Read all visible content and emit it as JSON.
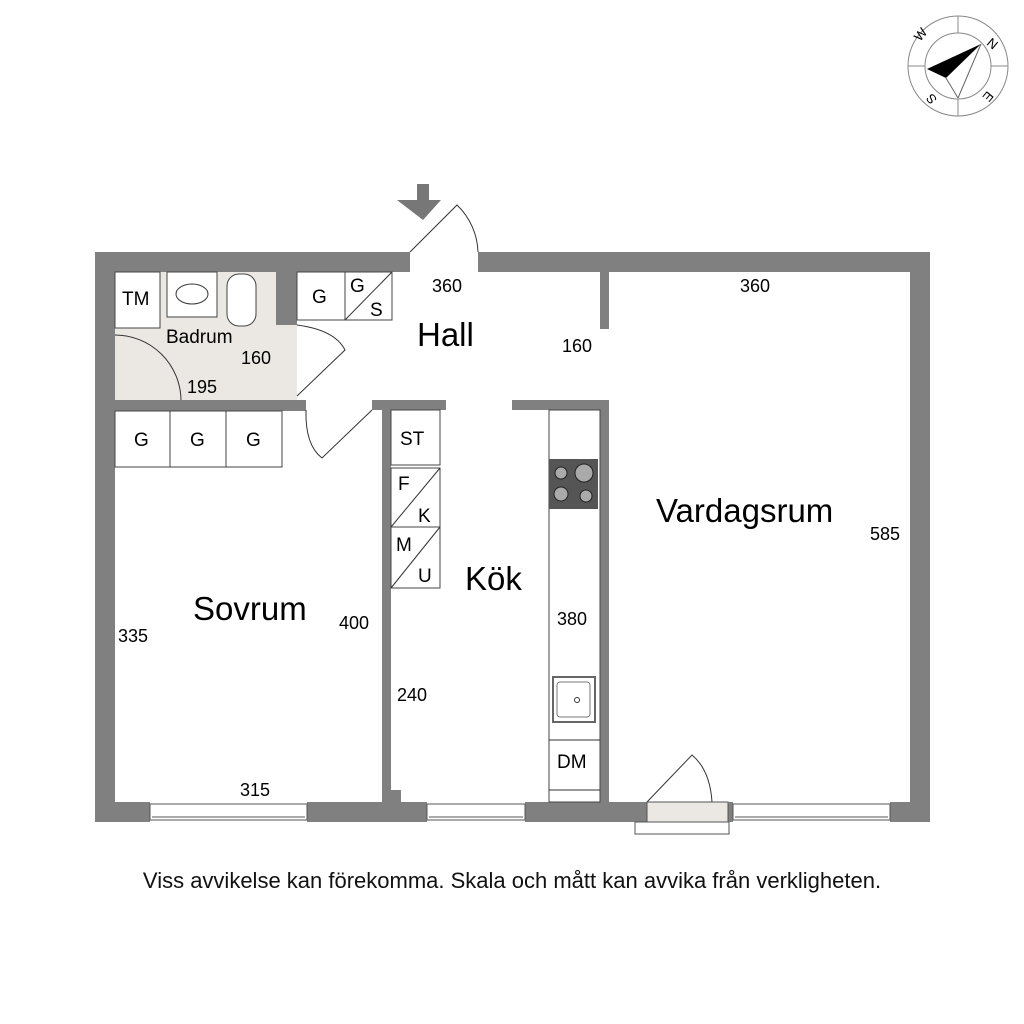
{
  "rooms": {
    "hall": "Hall",
    "kitchen": "Kök",
    "bedroom": "Sovrum",
    "living": "Vardagsrum",
    "bathroom": "Badrum"
  },
  "dimensions": {
    "hall_width": "360",
    "hall_depth": "160",
    "living_width": "360",
    "living_depth": "585",
    "bath_width": "195",
    "bath_depth": "160",
    "bedroom_width": "315",
    "bedroom_depth_left": "335",
    "bedroom_depth_right": "400",
    "kitchen_width": "240",
    "kitchen_depth": "380"
  },
  "fixtures": {
    "tm": "TM",
    "hall_g": "G",
    "hall_gs_top": "G",
    "hall_gs_bottom": "S",
    "bed_g1": "G",
    "bed_g2": "G",
    "bed_g3": "G",
    "st": "ST",
    "fk_top": "F",
    "fk_bottom": "K",
    "mu_top": "M",
    "mu_bottom": "U",
    "dm": "DM"
  },
  "compass": {
    "n": "N",
    "e": "E",
    "s": "S",
    "w": "W"
  },
  "disclaimer": "Viss avvikelse kan förekomma. Skala och mått kan avvika från verkligheten."
}
